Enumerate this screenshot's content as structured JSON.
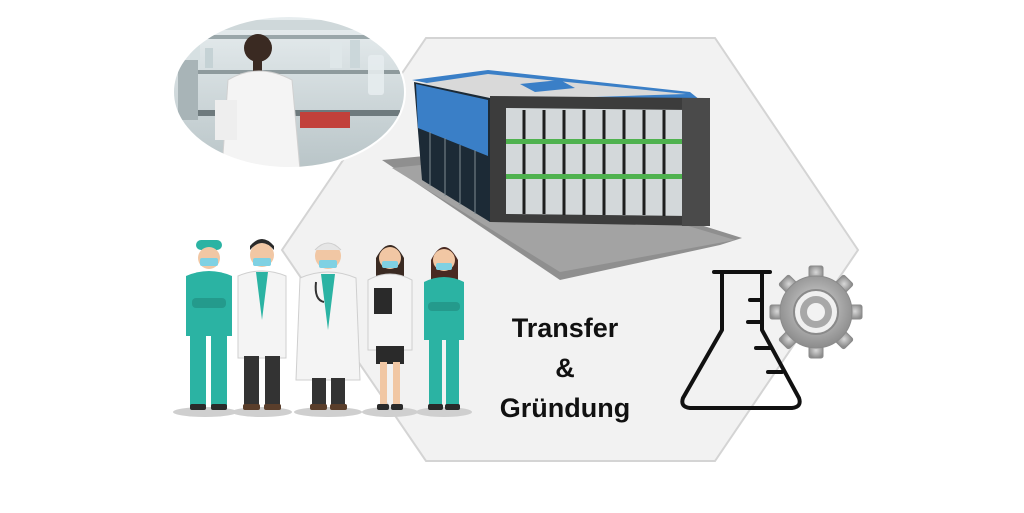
{
  "caption": {
    "line1": "Transfer",
    "line2": "&",
    "line3": "Gründung"
  },
  "colors": {
    "hexagon_fill": "#f2f2f2",
    "hexagon_stroke": "#d4d4d4",
    "building_glass": "#3a7fc7",
    "building_stripes": "#4fb24f",
    "scrubs": "#2bb3a3",
    "flask_stroke": "#111111",
    "gear": "#9a9a9a"
  },
  "icons": [
    "lab-photo",
    "building-illustration",
    "medical-staff-group",
    "flask-icon",
    "gear-icon"
  ]
}
